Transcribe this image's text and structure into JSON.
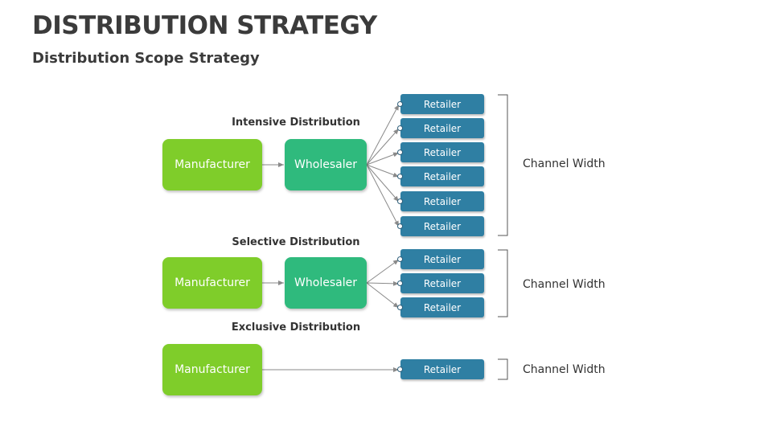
{
  "title": "DISTRIBUTION STRATEGY",
  "subtitle": "Distribution Scope Strategy",
  "colors": {
    "manufacturer": "#7fcd2a",
    "wholesaler": "#2fba7d",
    "retailer": "#2f7fa3",
    "text": "#3b3b3b",
    "connector": "#8a8a8a"
  },
  "sections": [
    {
      "label": "Intensive Distribution",
      "manufacturer": "Manufacturer",
      "wholesaler": "Wholesaler",
      "retailers": [
        "Retailer",
        "Retailer",
        "Retailer",
        "Retailer",
        "Retailer",
        "Retailer"
      ],
      "channel_width": "Channel Width"
    },
    {
      "label": "Selective Distribution",
      "manufacturer": "Manufacturer",
      "wholesaler": "Wholesaler",
      "retailers": [
        "Retailer",
        "Retailer",
        "Retailer"
      ],
      "channel_width": "Channel Width"
    },
    {
      "label": "Exclusive Distribution",
      "manufacturer": "Manufacturer",
      "retailers": [
        "Retailer"
      ],
      "channel_width": "Channel Width"
    }
  ]
}
